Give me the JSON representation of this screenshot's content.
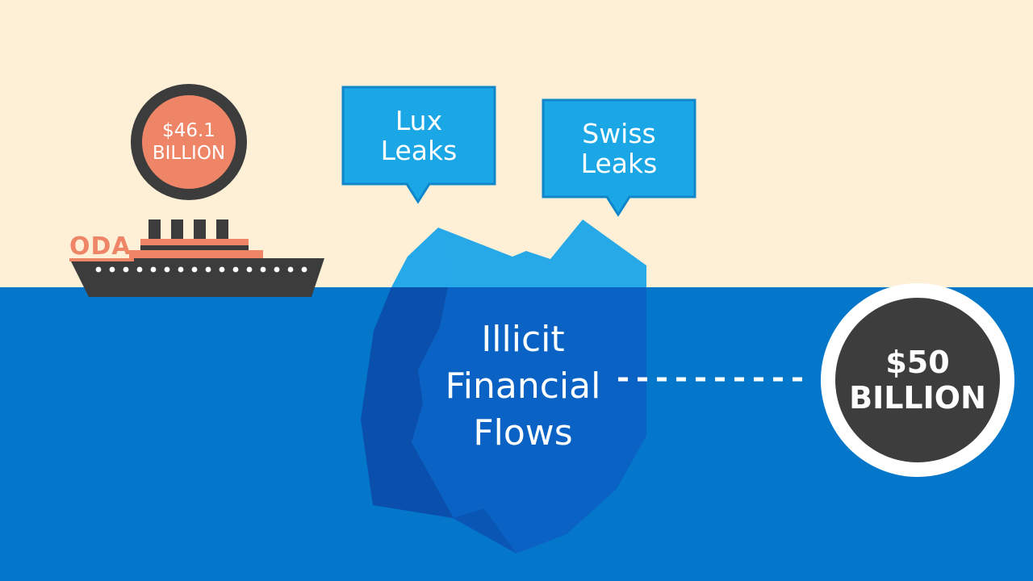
{
  "colors": {
    "sky": "#fdf0d6",
    "sea": "#0577cb",
    "iceberg_light": "#27a9e8",
    "iceberg_mid": "#0a63c4",
    "iceberg_dark": "#0a4fab",
    "bubble": "#1ba7e6",
    "bubble_border": "#0e86c9",
    "ship_hull": "#3c3c3c",
    "ship_accent": "#ee8567",
    "badge_dark": "#3d3d3d",
    "white": "#ffffff"
  },
  "speech_bubbles": [
    {
      "line1": "Lux",
      "line2": "Leaks"
    },
    {
      "line1": "Swiss",
      "line2": "Leaks"
    }
  ],
  "ship": {
    "label": "ODA",
    "badge": {
      "line1": "$46.1",
      "line2": "BILLION"
    }
  },
  "iceberg": {
    "line1": "Illicit",
    "line2": "Financial",
    "line3": "Flows"
  },
  "total_badge": {
    "line1": "$50",
    "line2": "BILLION"
  }
}
